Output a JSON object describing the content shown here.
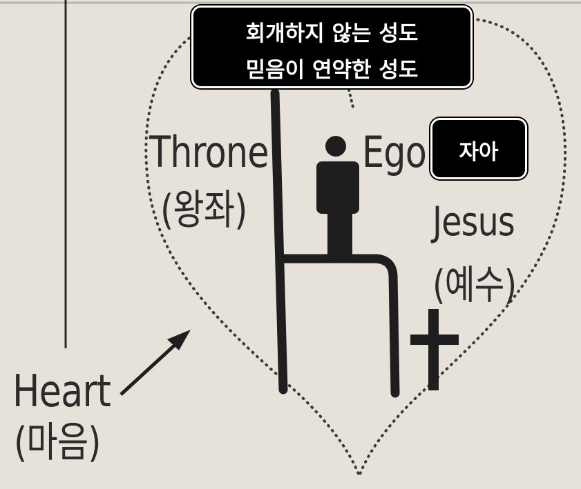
{
  "callout_top": {
    "line1": "회개하지 않는 성도",
    "line2": "믿음이 연약한 성도"
  },
  "callout_ego": {
    "text": "자아"
  },
  "labels": {
    "throne": "Throne",
    "throne_ko": "(왕좌)",
    "ego": "Ego",
    "jesus": "Jesus",
    "jesus_ko": "(예수)",
    "heart": "Heart",
    "heart_ko": "(마음)"
  },
  "colors": {
    "paper": "#e6e2da",
    "ink": "#2b2b2b",
    "callout_bg": "#000000",
    "callout_text": "#ffffff"
  }
}
